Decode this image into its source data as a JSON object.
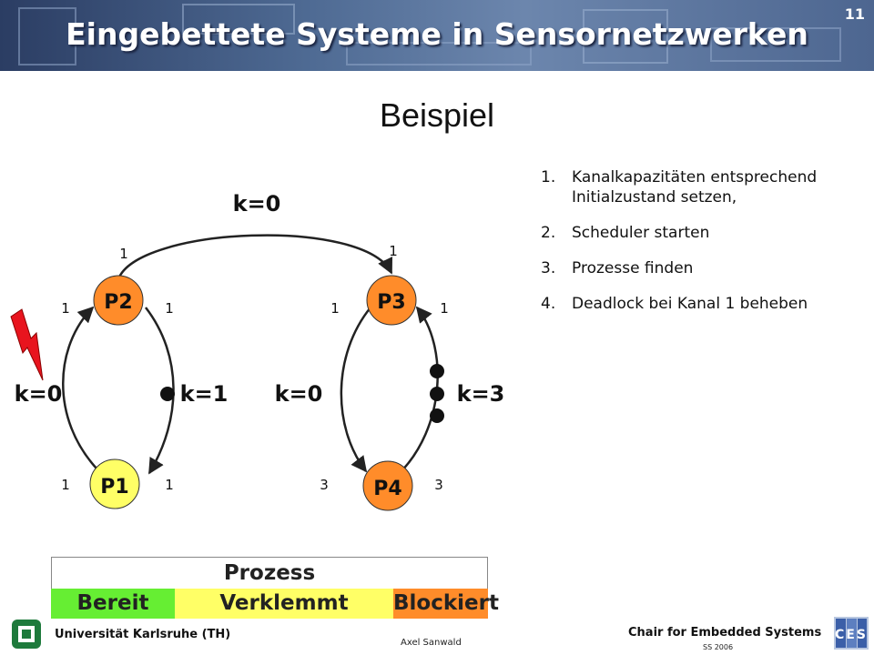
{
  "header": {
    "title": "Eingebettete Systeme in Sensornetzwerken",
    "page_number": "11"
  },
  "subtitle": "Beispiel",
  "steps": [
    {
      "num": "1.",
      "text": "Kanalkapazitäten entsprechend Initialzustand setzen,"
    },
    {
      "num": "2.",
      "text": "Scheduler starten"
    },
    {
      "num": "3.",
      "text": "Prozesse finden"
    },
    {
      "num": "4.",
      "text": "Deadlock bei Kanal 1 beheben"
    }
  ],
  "diagram": {
    "processes": {
      "p1": "P1",
      "p2": "P2",
      "p3": "P3",
      "p4": "P4"
    },
    "process_colors": {
      "p1": "#ffff66",
      "p2": "#ff8c2a",
      "p3": "#ff8c2a",
      "p4": "#ff8c2a"
    },
    "channel_labels": {
      "top": "k=0",
      "left": "k=0",
      "mid_left": "k=1",
      "mid_right": "k=0",
      "right": "k=3"
    },
    "rates": {
      "top_p2": "1",
      "top_p3": "1",
      "p2_left": "1",
      "p2_right": "1",
      "p3_left": "1",
      "p3_right": "1",
      "p1_left": "1",
      "p1_right": "1",
      "p4_left": "3",
      "p4_right": "3"
    },
    "tokens": {
      "p1_p2_right": 1,
      "p3_p4_right": 3
    },
    "deadlock_marker_color": "#e8141e"
  },
  "legend": {
    "title": "Prozess",
    "states": [
      {
        "label": "Bereit",
        "color": "#66ee33"
      },
      {
        "label": "Verklemmt",
        "color": "#ffff66"
      },
      {
        "label": "Blockiert",
        "color": "#ff8c2a"
      }
    ]
  },
  "footer": {
    "university": "Universität Karlsruhe (TH)",
    "author": "Axel Sanwald",
    "chair": "Chair for Embedded Systems",
    "term": "SS 2006",
    "chair_logo_text": "CES"
  }
}
